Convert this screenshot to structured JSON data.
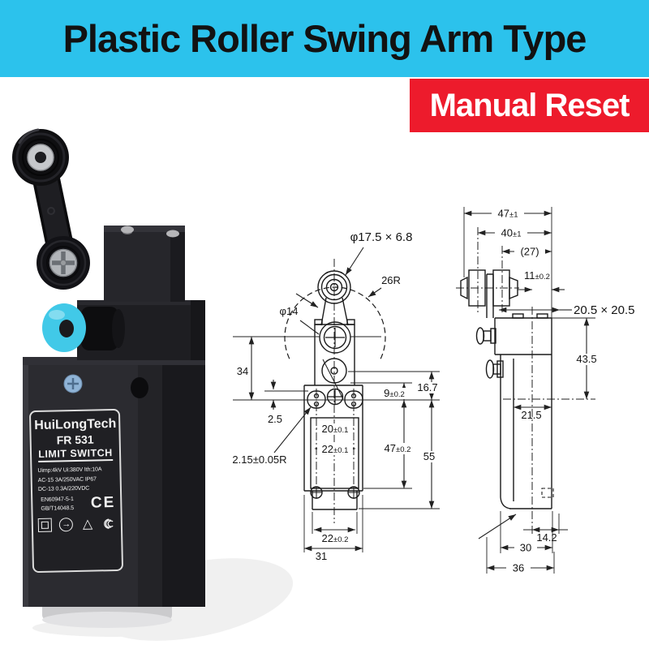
{
  "banner": {
    "title": "Plastic Roller Swing Arm Type",
    "bg_color": "#2CC2EC"
  },
  "badge": {
    "label": "Manual Reset",
    "bg_color": "#ED1B2C"
  },
  "product": {
    "reset_button_color": "#41C9E8",
    "label": {
      "brand": "HuiLongTech",
      "model": "FR 531",
      "type": "LIMIT SWITCH",
      "specs": [
        "Uimp:4kV  Ui:380V  Ith:10A",
        "AC-15    3A/250VAC    IP67",
        "DC-13    0.3A/220VDC",
        "EN60947-5-1",
        "GB/T14048.5"
      ],
      "ce_mark": "CE",
      "cert_icons": [
        "square-in-square-icon",
        "arrow-in-circle-icon",
        "triangle-icon",
        "ccc-mark-icon"
      ]
    }
  },
  "front_view": {
    "dims": {
      "roller_label": {
        "v": "φ17.5 × 6.8",
        "t": ""
      },
      "arc_radius": {
        "v": "26R",
        "t": ""
      },
      "pivot_dia": {
        "v": "φ14",
        "t": ""
      },
      "d34": {
        "v": "34",
        "t": ""
      },
      "d2_5": {
        "v": "2.5",
        "t": ""
      },
      "ear_radius": {
        "v": "2.15±0.05R",
        "t": ""
      },
      "d20": {
        "v": "20",
        "t": "±0.1"
      },
      "d22": {
        "v": "22",
        "t": "±0.1"
      },
      "d9": {
        "v": "9",
        "t": "±0.2"
      },
      "d16_7": {
        "v": "16.7",
        "t": ""
      },
      "d47": {
        "v": "47",
        "t": "±0.2"
      },
      "d55": {
        "v": "55",
        "t": ""
      },
      "d22_base": {
        "v": "22",
        "t": "±0.2"
      },
      "d31": {
        "v": "31",
        "t": ""
      }
    }
  },
  "side_view": {
    "dims": {
      "d47": {
        "v": "47",
        "t": "±1"
      },
      "d40": {
        "v": "40",
        "t": "±1"
      },
      "d27": {
        "v": "(27)",
        "t": ""
      },
      "d11": {
        "v": "11",
        "t": "±0.2"
      },
      "head_section": {
        "v": "20.5 × 20.5",
        "t": ""
      },
      "d43_5": {
        "v": "43.5",
        "t": ""
      },
      "d21_5": {
        "v": "21.5",
        "t": ""
      },
      "d14_2": {
        "v": "14.2",
        "t": ""
      },
      "d30": {
        "v": "30",
        "t": ""
      },
      "d36": {
        "v": "36",
        "t": ""
      }
    }
  }
}
